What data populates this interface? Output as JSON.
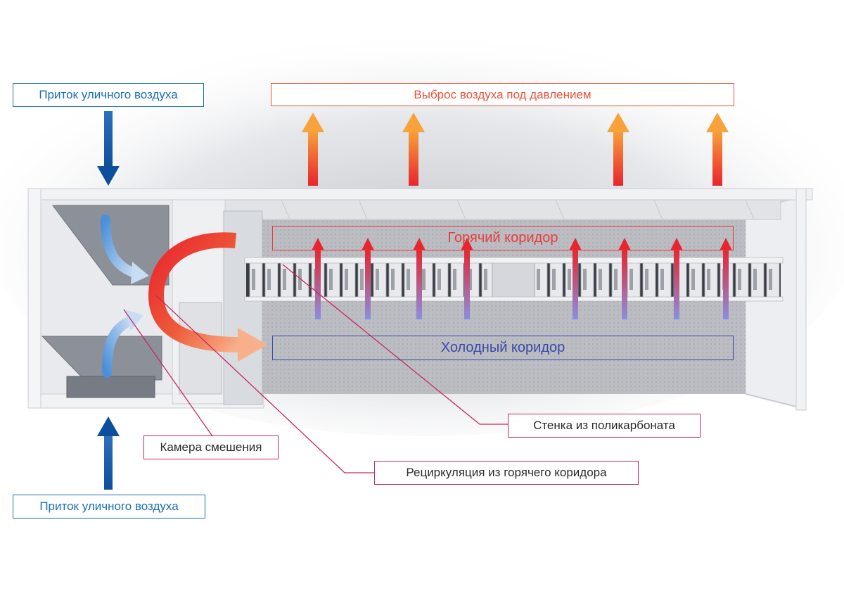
{
  "labels": {
    "intake_top": "Приток уличного воздуха",
    "intake_bottom": "Приток уличного воздуха",
    "exhaust": "Выброс воздуха под давлением",
    "hot_aisle": "Горячий коридор",
    "cold_aisle": "Холодный коридор",
    "polycarbonate_wall": "Стенка из поликарбоната",
    "mixing_chamber": "Камера смешения",
    "recirculation": "Рециркуляция из горячего коридора"
  },
  "colors": {
    "intake_blue": "#1a6eb5",
    "exhaust_orange": "#e8523a",
    "hot_red": "#e83a3a",
    "cold_blue": "#3a48a8",
    "callout_crimson": "#c8285a"
  }
}
